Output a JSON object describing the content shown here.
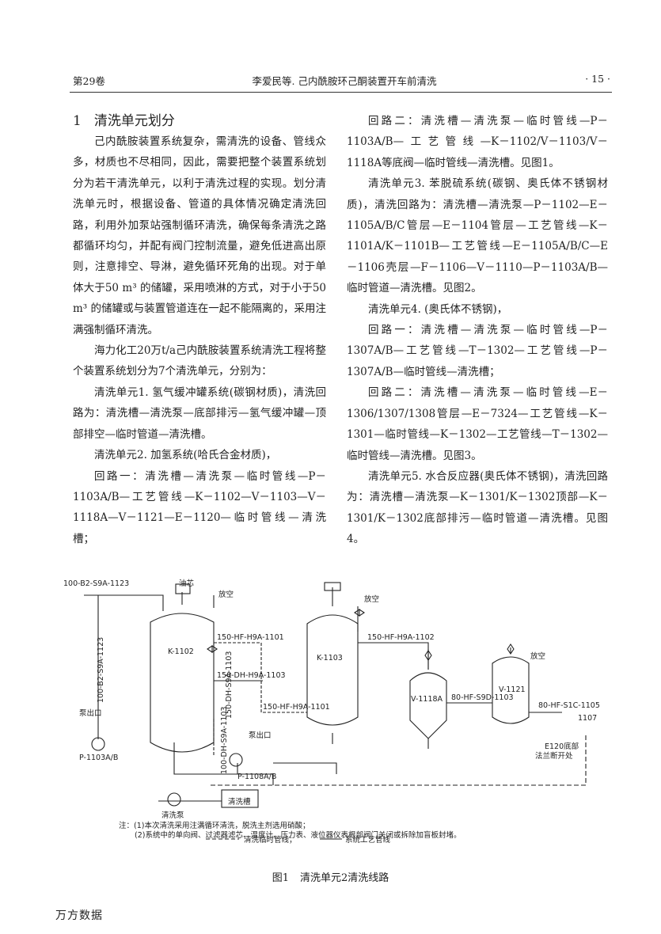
{
  "header": {
    "volume": "第29卷",
    "title": "李爱民等. 己内酰胺环己酮装置开车前清洗",
    "page": "· 15 ·"
  },
  "section": {
    "number": "1",
    "title": "清洗单元划分"
  },
  "left_paragraphs": [
    "己内酰胺装置系统复杂，需清洗的设备、管线众多，材质也不尽相同，因此，需要把整个装置系统划分为若干清洗单元，以利于清洗过程的实现。划分清洗单元时，根据设备、管道的具体情况确定清洗回路，利用外加泵站强制循环清洗，确保每条清洗之路都循环均匀，并配有阀门控制流量，避免低进高出原则，注意排空、导淋，避免循环死角的出现。对于单体大于50 m³ 的储罐，采用喷淋的方式，对于小于50 m³ 的储罐或与装置管道连在一起不能隔离的，采用注满强制循环清洗。",
    "海力化工20万t/a己内酰胺装置系统清洗工程将整个装置系统划分为7个清洗单元，分别为：",
    "清洗单元1. 氢气缓冲罐系统(碳钢材质)，清洗回路为：清洗槽—清洗泵—底部排污—氢气缓冲罐—顶部排空—临时管道—清洗槽。",
    "清洗单元2. 加氢系统(哈氏合金材质)，",
    "回路一：清洗槽—清洗泵—临时管线—P－1103A/B—工艺管线—K－1102—V－1103—V－1118A—V－1121—E－1120—临时管线—清洗槽；"
  ],
  "right_paragraphs": [
    "回路二：清洗槽—清洗泵—临时管线—P－1103A/B—工艺管线—K－1102/V－1103/V－1118A等底阀—临时管线—清洗槽。见图1。",
    "清洗单元3. 苯脱硫系统(碳钢、奥氏体不锈钢材质)，清洗回路为：清洗槽—清洗泵—P－1102—E－1105A/B/C管层—E－1104管层—工艺管线—K－1101A/K－1101B—工艺管线—E－1105A/B/C—E－1106壳层—F－1106—V－1110—P－1103A/B—临时管道—清洗槽。见图2。",
    "清洗单元4. (奥氏体不锈钢)，",
    "回路一：清洗槽—清洗泵—临时管线—P－1307A/B—工艺管线—T－1302—工艺管线—P－1307A/B—临时管线—清洗槽；",
    "回路二：清洗槽—清洗泵—临时管线—E－1306/1307/1308管层—E－7324—工艺管线—K－1301—临时管线—K－1302—工艺管线—T－1302—临时管线—清洗槽。见图3。",
    "清洗单元5. 水合反应器(奥氏体不锈钢)，清洗回路为：清洗槽—清洗泵—K－1301/K－1302顶部—K－1301/K－1302底部排污—临时管道—清洗槽。见图4。"
  ],
  "figure": {
    "labels": {
      "line_100b2": "100-B2-S9A-1123",
      "line_100b2_v": "100-B2-S9A-1123",
      "oil_sample": "油芯",
      "vent1": "放空",
      "vent2": "放空",
      "vent3": "放空",
      "k1102": "K-1102",
      "k1103": "K-1103",
      "v1118a": "V-1118A",
      "v1121": "V-1121",
      "line_150hf": "150-HF-H9A-1101",
      "line_150hf2": "150-HF-H9A-1102",
      "line_150dh": "150-DH-H9A-1103",
      "line_150hf3": "150-HF-H9A-1101",
      "line_150dh_v": "150-DH-S9A-1103",
      "line_100dh_v": "100-DH-S9A-1103",
      "line_80hf": "80-HF-S9D-1103",
      "line_80hf2": "80-HF-S1C-1105",
      "line_1107": "1107",
      "pump_outlet": "泵出口",
      "pump_outlet2": "泵出口",
      "p1103": "P-1103A/B",
      "p1108": "P-1108A/B",
      "e120_l1": "E120底部",
      "e120_l2": "法兰断开处",
      "clean_tank": "清洗槽",
      "clean_pump": "清洗泵"
    },
    "notes": [
      "注：(1)本次清洗采用注满循环清洗，脱洗主剂选用硝酸；",
      "(2)系统中的单向阀、过滤器滤芯、温度计、压力表、液位器仪表根部阀门关闭或拆除加盲板封堵。"
    ],
    "legend": {
      "temp_line": "清洗临时管线；",
      "process_line": "系统工艺管线"
    }
  },
  "caption": {
    "label": "图1",
    "text": "清洗单元2清洗线路"
  },
  "footer": {
    "text": "万方数据"
  }
}
